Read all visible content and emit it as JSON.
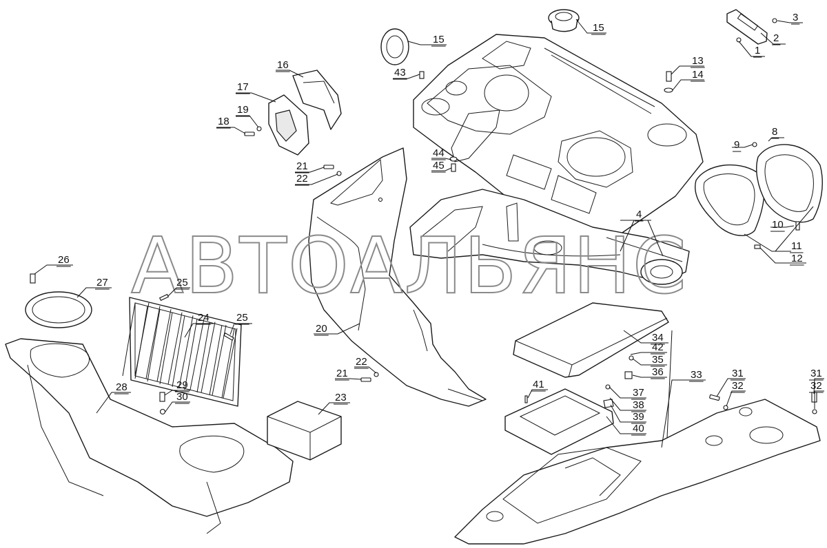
{
  "watermark": "АВТОАЛЬЯНС",
  "callouts": [
    {
      "id": "c1",
      "label": "1"
    },
    {
      "id": "c2",
      "label": "2"
    },
    {
      "id": "c3",
      "label": "3"
    },
    {
      "id": "c4",
      "label": "4"
    },
    {
      "id": "c8",
      "label": "8"
    },
    {
      "id": "c9",
      "label": "9"
    },
    {
      "id": "c10",
      "label": "10"
    },
    {
      "id": "c11",
      "label": "11"
    },
    {
      "id": "c12",
      "label": "12"
    },
    {
      "id": "c13",
      "label": "13"
    },
    {
      "id": "c14",
      "label": "14"
    },
    {
      "id": "c15a",
      "label": "15"
    },
    {
      "id": "c15b",
      "label": "15"
    },
    {
      "id": "c16",
      "label": "16"
    },
    {
      "id": "c17",
      "label": "17"
    },
    {
      "id": "c18",
      "label": "18"
    },
    {
      "id": "c19",
      "label": "19"
    },
    {
      "id": "c20",
      "label": "20"
    },
    {
      "id": "c21a",
      "label": "21"
    },
    {
      "id": "c21b",
      "label": "21"
    },
    {
      "id": "c22a",
      "label": "22"
    },
    {
      "id": "c22b",
      "label": "22"
    },
    {
      "id": "c23",
      "label": "23"
    },
    {
      "id": "c24",
      "label": "24"
    },
    {
      "id": "c25a",
      "label": "25"
    },
    {
      "id": "c25b",
      "label": "25"
    },
    {
      "id": "c26",
      "label": "26"
    },
    {
      "id": "c27",
      "label": "27"
    },
    {
      "id": "c28",
      "label": "28"
    },
    {
      "id": "c29",
      "label": "29"
    },
    {
      "id": "c30",
      "label": "30"
    },
    {
      "id": "c31a",
      "label": "31"
    },
    {
      "id": "c31b",
      "label": "31"
    },
    {
      "id": "c32a",
      "label": "32"
    },
    {
      "id": "c32b",
      "label": "32"
    },
    {
      "id": "c33",
      "label": "33"
    },
    {
      "id": "c34",
      "label": "34"
    },
    {
      "id": "c35",
      "label": "35"
    },
    {
      "id": "c36",
      "label": "36"
    },
    {
      "id": "c37",
      "label": "37"
    },
    {
      "id": "c38",
      "label": "38"
    },
    {
      "id": "c39",
      "label": "39"
    },
    {
      "id": "c40",
      "label": "40"
    },
    {
      "id": "c41",
      "label": "41"
    },
    {
      "id": "c42",
      "label": "42"
    },
    {
      "id": "c43",
      "label": "43"
    },
    {
      "id": "c44",
      "label": "44"
    },
    {
      "id": "c45",
      "label": "45"
    }
  ]
}
